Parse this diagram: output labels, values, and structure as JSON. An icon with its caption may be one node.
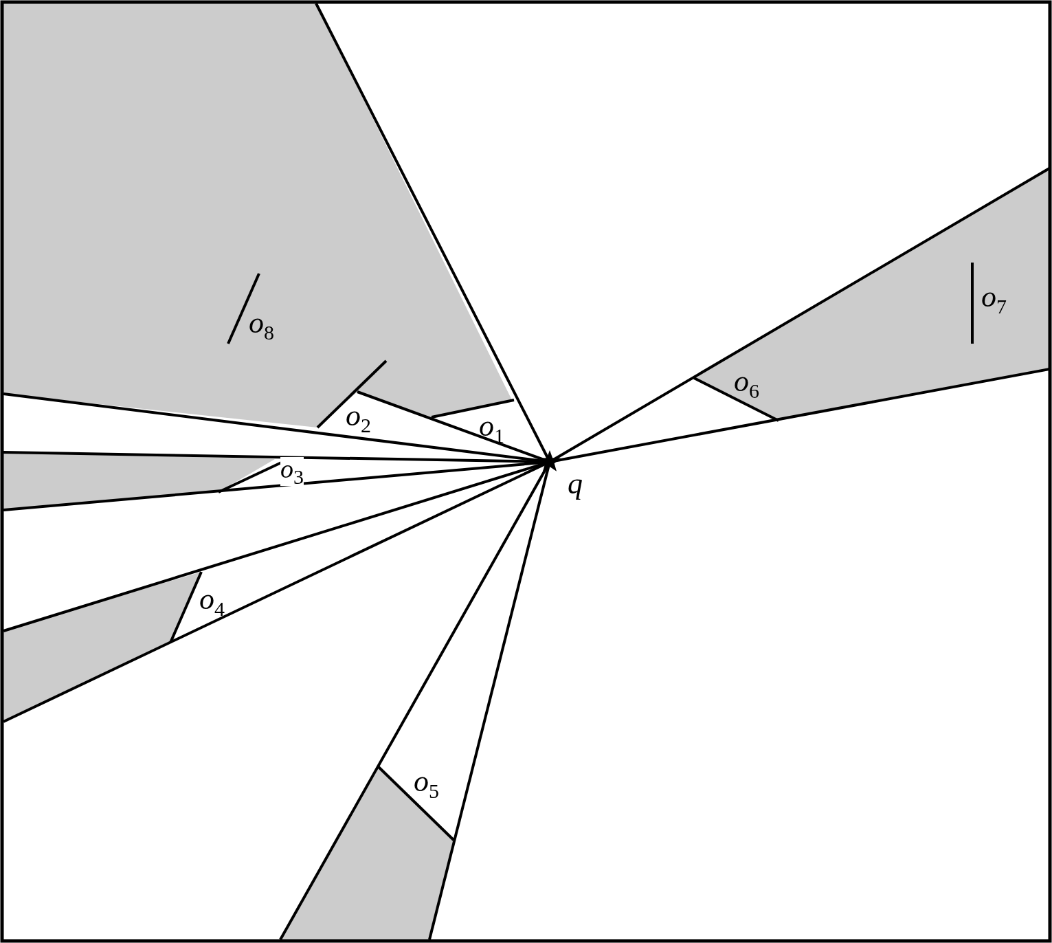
{
  "diagram": {
    "labels": [
      "*o*$_{8}$",
      "*o*$_{7}$",
      "*o*$_{6}$",
      "*o*$_{2}$",
      "*o*$_{1}$",
      "*q*",
      "*o*$_{3}$",
      "*o*$_{4}$",
      "*o*$_{5}$"
    ]
  }
}
